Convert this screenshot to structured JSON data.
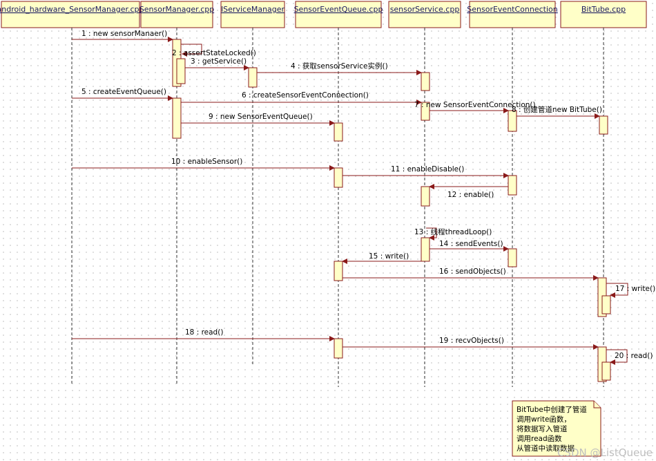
{
  "participants": [
    "android_hardware_SensorManager.cpp",
    "SensorManager.cpp",
    "IServiceManager",
    "SensorEventQueue.cpp",
    "sensorService.cpp",
    "SensorEventConnection",
    "BitTube.cpp"
  ],
  "messages": [
    "1 : new sensorManaer()",
    "2 : assertStateLocked()",
    "3 : getService()",
    "4 : 获取sensorService实例()",
    "5 : createEventQueue()",
    "6 : createSensorEventConnection()",
    "7 : new SensorEventConnection()",
    "8 : 创建管道new BitTube()",
    "9 : new SensorEventQueue()",
    "10 : enableSensor()",
    "11 : enableDisable()",
    "12 : enable()",
    "13 : 线程threadLoop()",
    "14 : sendEvents()",
    "15 : write()",
    "16 : sendObjects()",
    "17 : write()",
    "18 : read()",
    "19 : recvObjects()",
    "20 : read()"
  ],
  "note": [
    "BitTube中创建了管道",
    "调用write函数，",
    "将数据写入管道",
    "调用read函数",
    "从管道中读取数据"
  ],
  "watermark": "CSDN @ListQueue"
}
